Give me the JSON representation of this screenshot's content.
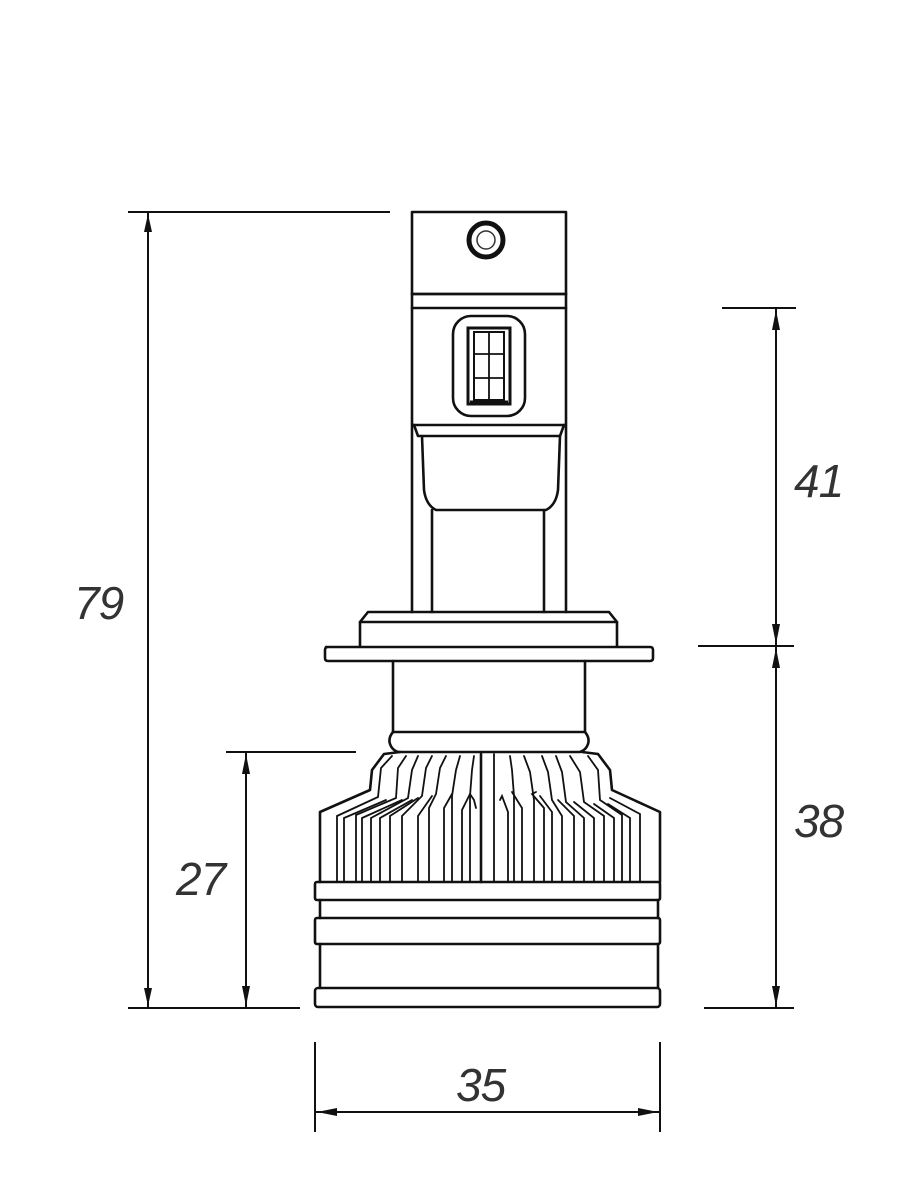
{
  "diagram": {
    "subject": "LED headlight bulb dimensional drawing",
    "units": "mm",
    "dimensions": {
      "overall_height": {
        "label": "79",
        "orientation": "vertical",
        "side": "left"
      },
      "heatsink_height": {
        "label": "27",
        "orientation": "vertical",
        "side": "left"
      },
      "upper_height": {
        "label": "41",
        "orientation": "vertical",
        "side": "right"
      },
      "lower_height": {
        "label": "38",
        "orientation": "vertical",
        "side": "right"
      },
      "base_width": {
        "label": "35",
        "orientation": "horizontal",
        "side": "bottom"
      }
    },
    "parts": [
      "connector-tab",
      "led-chip-board",
      "neck",
      "mounting-collar",
      "flange",
      "stem",
      "heatsink-fins",
      "base-rings"
    ],
    "colors": {
      "line": "#111111",
      "text": "#333333",
      "background": "#ffffff"
    }
  }
}
